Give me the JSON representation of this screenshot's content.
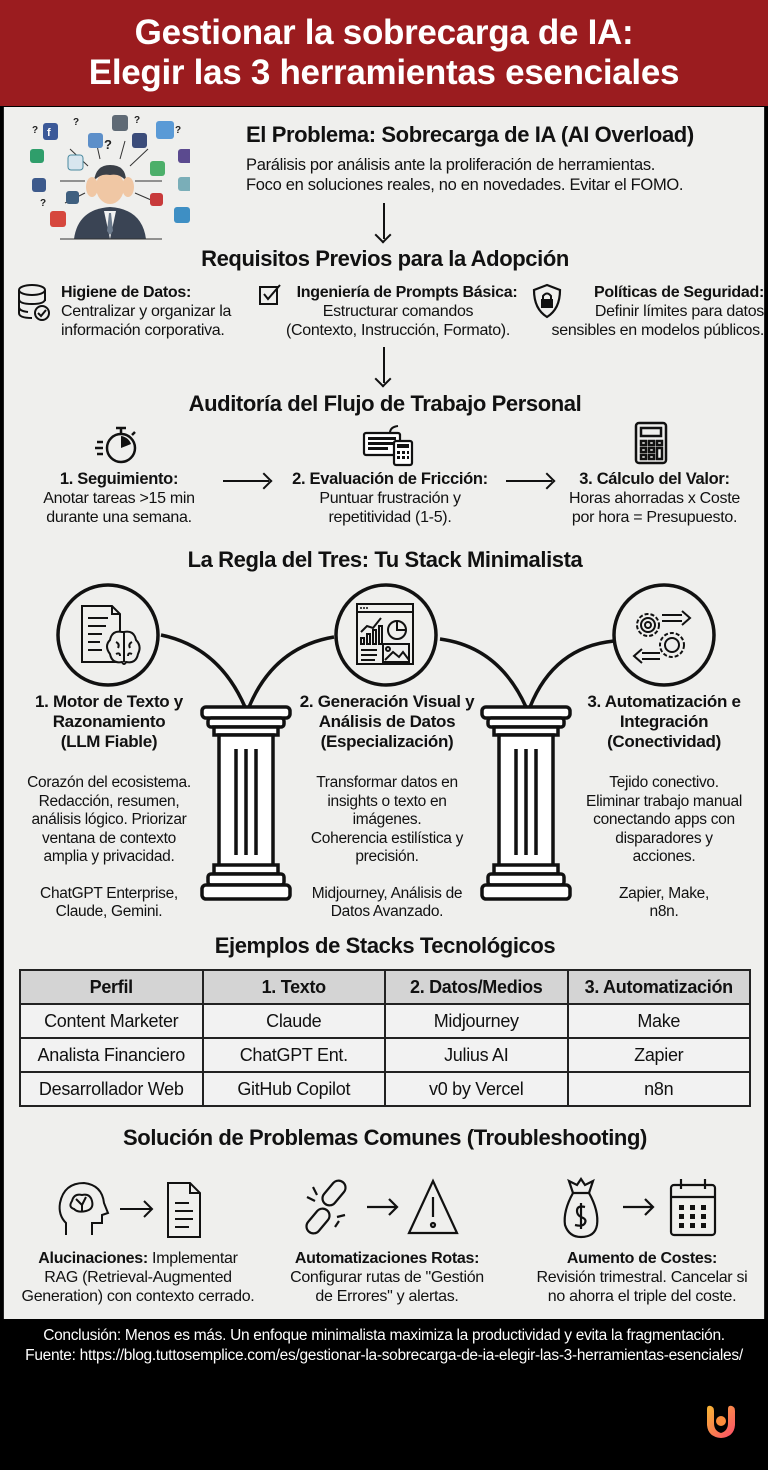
{
  "header": {
    "title_line1": "Gestionar la sobrecarga de IA:",
    "title_line2": "Elegir las 3 herramientas esenciales",
    "background_color": "#9b1c1f"
  },
  "problem": {
    "title": "El Problema: Sobrecarga de IA (AI Overload)",
    "desc_line1": "Parálisis por análisis ante la proliferación de herramientas.",
    "desc_line2": "Foco en soluciones reales, no en novedades. Evitar el FOMO.",
    "illustration": "overwhelmed-person-with-app-icons"
  },
  "prerequisites": {
    "title": "Requisitos Previos para la Adopción",
    "items": [
      {
        "icon": "database-check-icon",
        "heading": "Higiene de Datos:",
        "line1": "Centralizar y organizar la",
        "line2": "información corporativa."
      },
      {
        "icon": "checkbox-icon",
        "heading": "Ingeniería de Prompts Básica:",
        "line1": "Estructurar comandos",
        "line2": "(Contexto, Instrucción, Formato)."
      },
      {
        "icon": "shield-lock-icon",
        "heading": "Políticas de Seguridad:",
        "line1": "Definir límites para datos",
        "line2": "sensibles en modelos públicos."
      }
    ]
  },
  "audit": {
    "title": "Auditoría del Flujo de Trabajo Personal",
    "steps": [
      {
        "icon": "stopwatch-icon",
        "heading": "1. Seguimiento:",
        "line1": "Anotar tareas >15 min",
        "line2": "durante una semana."
      },
      {
        "icon": "keyboard-calculator-icon",
        "heading": "2. Evaluación de Fricción:",
        "line1": "Puntuar frustración y",
        "line2": "repetitividad (1-5)."
      },
      {
        "icon": "calculator-icon",
        "heading": "3. Cálculo del Valor:",
        "line1": "Horas ahorradas x Coste",
        "line2": "por hora = Presupuesto."
      }
    ]
  },
  "rule_of_three": {
    "title": "La Regla del Tres: Tu Stack Minimalista",
    "pillars": [
      {
        "icon": "document-brain-icon",
        "heading": [
          "1. Motor de Texto y",
          "Razonamiento",
          "(LLM Fiable)"
        ],
        "body": [
          "Corazón del ecosistema.",
          "Redacción, resumen,",
          "análisis lógico. Priorizar",
          "ventana de contexto",
          "amplia y privacidad."
        ],
        "tools": [
          "ChatGPT Enterprise,",
          "Claude, Gemini."
        ]
      },
      {
        "icon": "dashboard-chart-image-icon",
        "heading": [
          "2. Generación Visual y",
          "Análisis de Datos",
          "(Especialización)"
        ],
        "body": [
          "Transformar datos en",
          "insights o texto en",
          "imágenes.",
          "Coherencia estilística y",
          "precisión."
        ],
        "tools": [
          "Midjourney, Análisis de",
          "Datos Avanzado."
        ]
      },
      {
        "icon": "gears-arrows-icon",
        "heading": [
          "3. Automatización e",
          "Integración",
          "(Conectividad)"
        ],
        "body": [
          "Tejido conectivo.",
          "Eliminar trabajo manual",
          "conectando apps con",
          "disparadores y",
          "acciones."
        ],
        "tools": [
          "Zapier, Make,",
          "n8n."
        ]
      }
    ]
  },
  "stacks": {
    "title": "Ejemplos de Stacks Tecnológicos",
    "columns": [
      "Perfil",
      "1. Texto",
      "2. Datos/Medios",
      "3. Automatización"
    ],
    "rows": [
      [
        "Content Marketer",
        "Claude",
        "Midjourney",
        "Make"
      ],
      [
        "Analista Financiero",
        "ChatGPT Ent.",
        "Julius AI",
        "Zapier"
      ],
      [
        "Desarrollador Web",
        "GitHub Copilot",
        "v0 by Vercel",
        "n8n"
      ]
    ]
  },
  "troubleshooting": {
    "title": "Solución de Problemas Comunes (Troubleshooting)",
    "items": [
      {
        "icon_from": "head-brain-icon",
        "icon_to": "document-icon",
        "heading": "Alucinaciones:",
        "inline": " Implementar",
        "line2": "RAG (Retrieval-Augmented",
        "line3": "Generation) con contexto cerrado."
      },
      {
        "icon_from": "broken-link-icon",
        "icon_to": "warning-triangle-icon",
        "heading": "Automatizaciones Rotas:",
        "line1": "Configurar rutas de \"Gestión",
        "line2": "de Errores\" y alertas."
      },
      {
        "icon_from": "money-bag-icon",
        "icon_to": "calendar-icon",
        "heading": "Aumento de Costes:",
        "line1": "Revisión trimestral. Cancelar si",
        "line2": "no ahorra el triple del coste."
      }
    ]
  },
  "footer": {
    "conclusion": "Conclusión: Menos es más. Un enfoque minimalista maximiza la productividad y evita la fragmentación.",
    "source": "Fuente: https://blog.tuttosemplice.com/es/gestionar-la-sobrecarga-de-ia-elegir-las-3-herramientas-esenciales/"
  }
}
